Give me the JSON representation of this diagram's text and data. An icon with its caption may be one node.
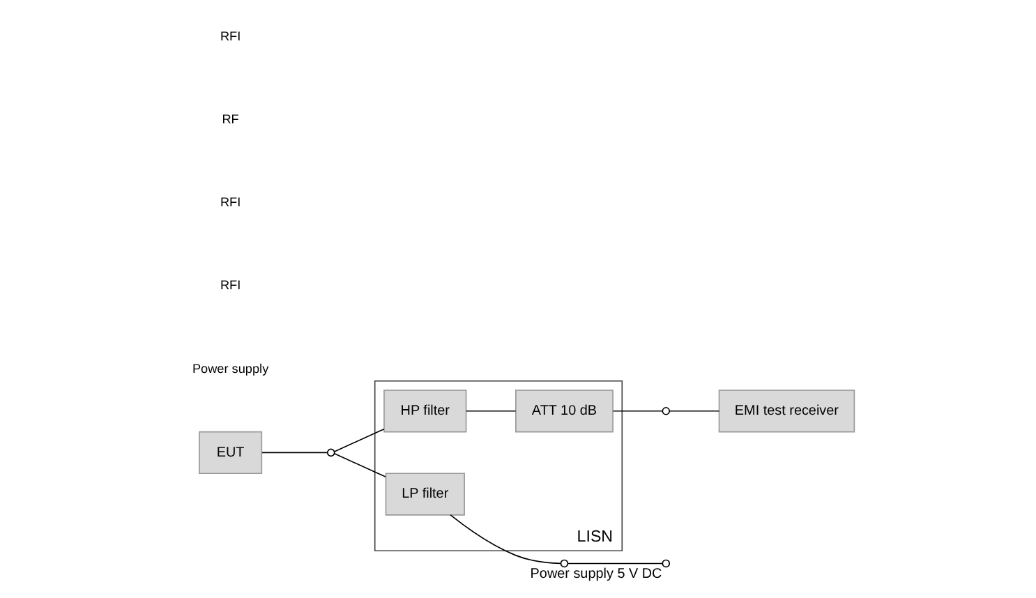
{
  "diagram": {
    "nodes": [
      {
        "text": [
          "LISN"
        ]
      },
      {
        "text": [
          "EUT"
        ]
      },
      {
        "text": [
          "LP filter"
        ],
        "in": 0
      },
      {
        "text": [
          "HP filter"
        ],
        "in": 0
      },
      {
        "text": [
          "ATT 10 dB"
        ],
        "in": 0
      },
      {
        "text": [
          "EMI test receiver"
        ]
      },
      {
        "text": [],
        "shape": "circle"
      },
      {
        "text": [],
        "shape": "circle"
      },
      {
        "text": [],
        "shape": "circle"
      },
      {
        "text": [],
        "shape": "circle",
        "beside": [
          "Power supply 5 V DC"
        ]
      }
    ],
    "edges": [
      {
        "from": 1,
        "to": 6,
        "arrow": "none"
      },
      {
        "from": 6,
        "to": 2,
        "arrow": "none"
      },
      {
        "from": 6,
        "to": 3,
        "arrow": "none"
      },
      {
        "from": 2,
        "to": 7,
        "arrow": "none"
      },
      {
        "from": 7,
        "to": 9,
        "arrow": "none"
      },
      {
        "from": 3,
        "to": 4,
        "arrow": "none"
      },
      {
        "from": 4,
        "to": 8,
        "arrow": "none"
      },
      {
        "from": 8,
        "to": 5,
        "arrow": "none"
      }
    ],
    "labels": [
      "Power supply",
      "RFI",
      "RFI",
      "RF",
      "RFI"
    ]
  }
}
